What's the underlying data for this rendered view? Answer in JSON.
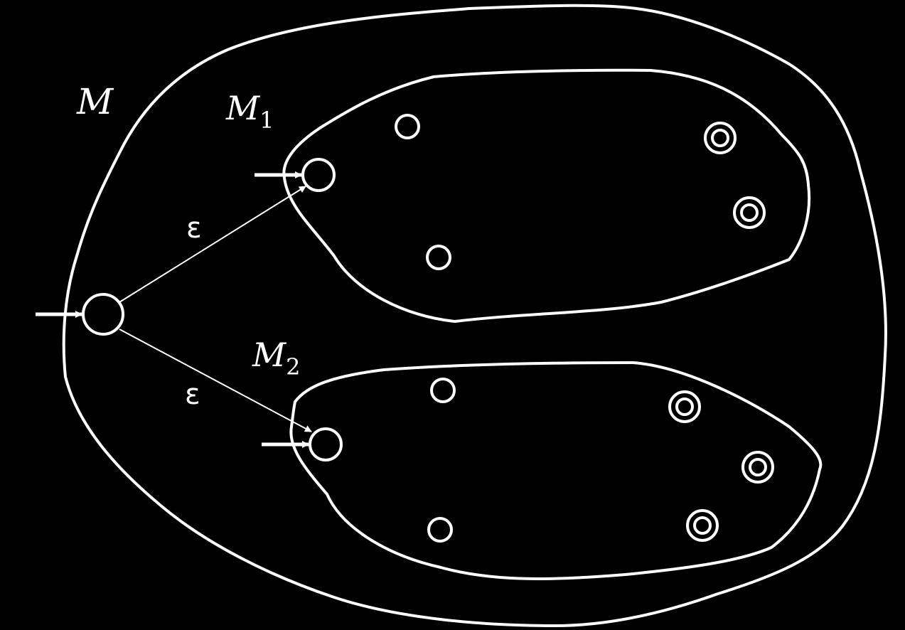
{
  "labels": {
    "outer_machine": "M",
    "machine1": {
      "letter": "M",
      "subscript": "1"
    },
    "machine2": {
      "letter": "M",
      "subscript": "2"
    },
    "epsilon_top": "ε",
    "epsilon_bottom": "ε"
  },
  "colors": {
    "background": "#000000",
    "stroke": "#ffffff"
  }
}
